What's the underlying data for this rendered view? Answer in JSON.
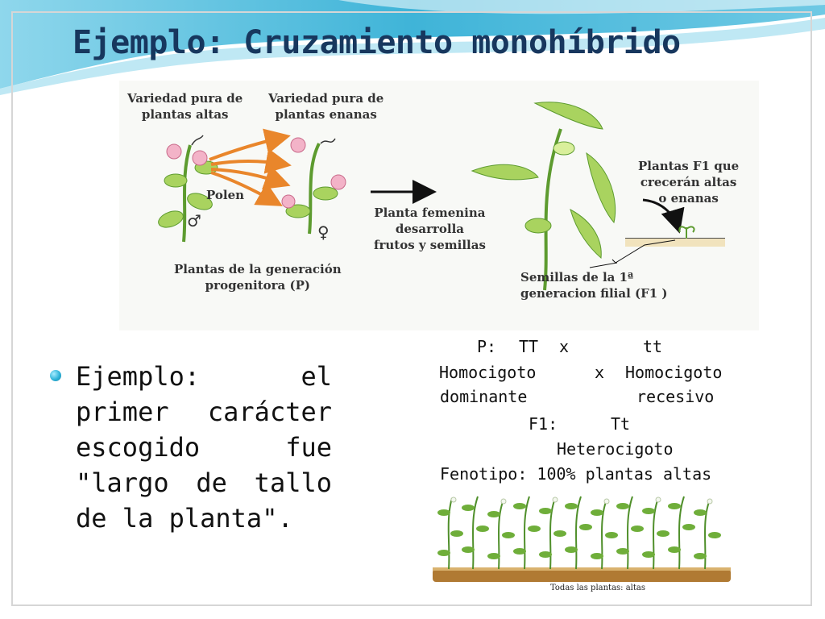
{
  "slide": {
    "title": "Ejemplo: Cruzamiento monohíbrido"
  },
  "diagram": {
    "pure_tall": [
      "Variedad pura de",
      "plantas altas"
    ],
    "pure_dwarf": [
      "Variedad pura de",
      "plantas enanas"
    ],
    "pollen": "Polen",
    "male_symbol": "♂",
    "female_symbol": "♀",
    "parental_generation": [
      "Plantas de la generación",
      "progenitora (P)"
    ],
    "female_plant": [
      "Planta femenina",
      "desarrolla",
      "frutos y semillas"
    ],
    "f1_plants": [
      "Plantas F1 que",
      "crecerán altas",
      "o enanas"
    ],
    "f1_seeds": [
      "Semillas de la 1ª",
      "generacion filial (F1 )"
    ]
  },
  "bullet": {
    "text": "Ejemplo: el primer carácter escogido fue \"largo de tallo de la planta\"."
  },
  "cross": {
    "p_label": "P:",
    "p1_genotype": "TT",
    "cross_symbol_1": "x",
    "p2_genotype": "tt",
    "p1_type_a": "Homocigoto",
    "cross_symbol_2": "x",
    "p2_type_a": "Homocigoto",
    "p1_type_b": "dominante",
    "p2_type_b": "recesivo",
    "f1_label": "F1:",
    "f1_genotype": "Tt",
    "f1_type": "Heterocigoto",
    "phenotype": "Fenotipo: 100% plantas altas"
  },
  "field_image": {
    "caption": "Todas las plantas: altas"
  },
  "colors": {
    "title": "#17375e",
    "arrow_orange": "#e9862b",
    "wave_blue": "#3fb4d8",
    "leaf_green": "#5d9b2f",
    "flower_pink": "#f3b3c8",
    "soil": "#b07a33"
  }
}
